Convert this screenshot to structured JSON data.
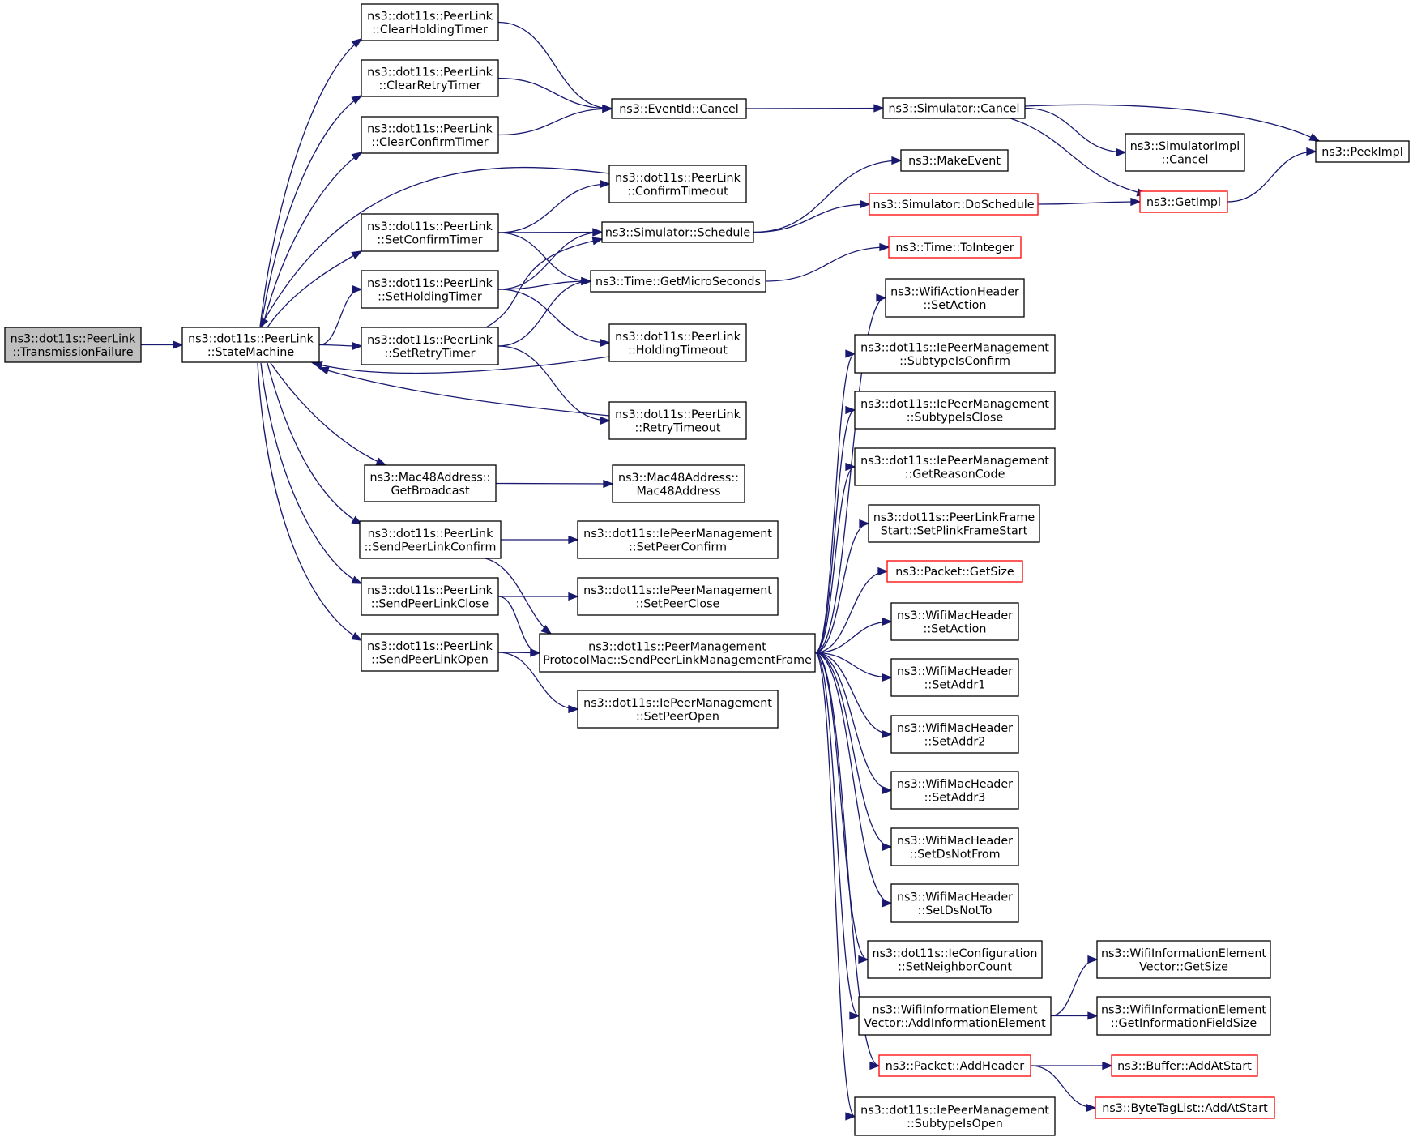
{
  "nodes": [
    {
      "id": "root",
      "lines": [
        "ns3::dot11s::PeerLink",
        "::TransmissionFailure"
      ],
      "style": "root"
    },
    {
      "id": "sm",
      "lines": [
        "ns3::dot11s::PeerLink",
        "::StateMachine"
      ],
      "style": "normal"
    },
    {
      "id": "clrHold",
      "lines": [
        "ns3::dot11s::PeerLink",
        "::ClearHoldingTimer"
      ],
      "style": "normal"
    },
    {
      "id": "clrRetry",
      "lines": [
        "ns3::dot11s::PeerLink",
        "::ClearRetryTimer"
      ],
      "style": "normal"
    },
    {
      "id": "clrConf",
      "lines": [
        "ns3::dot11s::PeerLink",
        "::ClearConfirmTimer"
      ],
      "style": "normal"
    },
    {
      "id": "setConf",
      "lines": [
        "ns3::dot11s::PeerLink",
        "::SetConfirmTimer"
      ],
      "style": "normal"
    },
    {
      "id": "setHold",
      "lines": [
        "ns3::dot11s::PeerLink",
        "::SetHoldingTimer"
      ],
      "style": "normal"
    },
    {
      "id": "setRetry",
      "lines": [
        "ns3::dot11s::PeerLink",
        "::SetRetryTimer"
      ],
      "style": "normal"
    },
    {
      "id": "getBcast",
      "lines": [
        "ns3::Mac48Address::",
        "GetBroadcast"
      ],
      "style": "normal"
    },
    {
      "id": "sendConf",
      "lines": [
        "ns3::dot11s::PeerLink",
        "::SendPeerLinkConfirm"
      ],
      "style": "normal"
    },
    {
      "id": "sendClose",
      "lines": [
        "ns3::dot11s::PeerLink",
        "::SendPeerLinkClose"
      ],
      "style": "normal"
    },
    {
      "id": "sendOpen",
      "lines": [
        "ns3::dot11s::PeerLink",
        "::SendPeerLinkOpen"
      ],
      "style": "normal"
    },
    {
      "id": "evCancel",
      "lines": [
        "ns3::EventId::Cancel"
      ],
      "style": "normal"
    },
    {
      "id": "confTO",
      "lines": [
        "ns3::dot11s::PeerLink",
        "::ConfirmTimeout"
      ],
      "style": "normal"
    },
    {
      "id": "simSched",
      "lines": [
        "ns3::Simulator::Schedule"
      ],
      "style": "normal"
    },
    {
      "id": "getMicro",
      "lines": [
        "ns3::Time::GetMicroSeconds"
      ],
      "style": "normal"
    },
    {
      "id": "holdTO",
      "lines": [
        "ns3::dot11s::PeerLink",
        "::HoldingTimeout"
      ],
      "style": "normal"
    },
    {
      "id": "retryTO",
      "lines": [
        "ns3::dot11s::PeerLink",
        "::RetryTimeout"
      ],
      "style": "normal"
    },
    {
      "id": "macCtor",
      "lines": [
        "ns3::Mac48Address::",
        "Mac48Address"
      ],
      "style": "normal"
    },
    {
      "id": "setPeerConf",
      "lines": [
        "ns3::dot11s::IePeerManagement",
        "::SetPeerConfirm"
      ],
      "style": "normal"
    },
    {
      "id": "setPeerClose",
      "lines": [
        "ns3::dot11s::IePeerManagement",
        "::SetPeerClose"
      ],
      "style": "normal"
    },
    {
      "id": "sendMgmt",
      "lines": [
        "ns3::dot11s::PeerManagement",
        "ProtocolMac::SendPeerLinkManagementFrame"
      ],
      "style": "normal"
    },
    {
      "id": "setPeerOpen",
      "lines": [
        "ns3::dot11s::IePeerManagement",
        "::SetPeerOpen"
      ],
      "style": "normal"
    },
    {
      "id": "simCancel",
      "lines": [
        "ns3::Simulator::Cancel"
      ],
      "style": "normal"
    },
    {
      "id": "makeEvent",
      "lines": [
        "ns3::MakeEvent"
      ],
      "style": "normal"
    },
    {
      "id": "doSched",
      "lines": [
        "ns3::Simulator::DoSchedule"
      ],
      "style": "red"
    },
    {
      "id": "toInt",
      "lines": [
        "ns3::Time::ToInteger"
      ],
      "style": "red"
    },
    {
      "id": "wahSetAction",
      "lines": [
        "ns3::WifiActionHeader",
        "::SetAction"
      ],
      "style": "normal"
    },
    {
      "id": "subConfirm",
      "lines": [
        "ns3::dot11s::IePeerManagement",
        "::SubtypeIsConfirm"
      ],
      "style": "normal"
    },
    {
      "id": "subClose",
      "lines": [
        "ns3::dot11s::IePeerManagement",
        "::SubtypeIsClose"
      ],
      "style": "normal"
    },
    {
      "id": "reason",
      "lines": [
        "ns3::dot11s::IePeerManagement",
        "::GetReasonCode"
      ],
      "style": "normal"
    },
    {
      "id": "plinkStart",
      "lines": [
        "ns3::dot11s::PeerLinkFrame",
        "Start::SetPlinkFrameStart"
      ],
      "style": "normal"
    },
    {
      "id": "pktSize",
      "lines": [
        "ns3::Packet::GetSize"
      ],
      "style": "red"
    },
    {
      "id": "wmhAction",
      "lines": [
        "ns3::WifiMacHeader",
        "::SetAction"
      ],
      "style": "normal"
    },
    {
      "id": "addr1",
      "lines": [
        "ns3::WifiMacHeader",
        "::SetAddr1"
      ],
      "style": "normal"
    },
    {
      "id": "addr2",
      "lines": [
        "ns3::WifiMacHeader",
        "::SetAddr2"
      ],
      "style": "normal"
    },
    {
      "id": "addr3",
      "lines": [
        "ns3::WifiMacHeader",
        "::SetAddr3"
      ],
      "style": "normal"
    },
    {
      "id": "dsNotFrom",
      "lines": [
        "ns3::WifiMacHeader",
        "::SetDsNotFrom"
      ],
      "style": "normal"
    },
    {
      "id": "dsNotTo",
      "lines": [
        "ns3::WifiMacHeader",
        "::SetDsNotTo"
      ],
      "style": "normal"
    },
    {
      "id": "neighbor",
      "lines": [
        "ns3::dot11s::IeConfiguration",
        "::SetNeighborCount"
      ],
      "style": "normal"
    },
    {
      "id": "addIE",
      "lines": [
        "ns3::WifiInformationElement",
        "Vector::AddInformationElement"
      ],
      "style": "normal"
    },
    {
      "id": "addHeader",
      "lines": [
        "ns3::Packet::AddHeader"
      ],
      "style": "red"
    },
    {
      "id": "subOpen",
      "lines": [
        "ns3::dot11s::IePeerManagement",
        "::SubtypeIsOpen"
      ],
      "style": "normal"
    },
    {
      "id": "simImplCancel",
      "lines": [
        "ns3::SimulatorImpl",
        "::Cancel"
      ],
      "style": "normal"
    },
    {
      "id": "getImpl",
      "lines": [
        "ns3::GetImpl"
      ],
      "style": "red"
    },
    {
      "id": "peekImpl",
      "lines": [
        "ns3::PeekImpl"
      ],
      "style": "normal"
    },
    {
      "id": "ievGetSize",
      "lines": [
        "ns3::WifiInformationElement",
        "Vector::GetSize"
      ],
      "style": "normal"
    },
    {
      "id": "ievFieldSize",
      "lines": [
        "ns3::WifiInformationElement",
        "::GetInformationFieldSize"
      ],
      "style": "normal"
    },
    {
      "id": "bufAdd",
      "lines": [
        "ns3::Buffer::AddAtStart"
      ],
      "style": "red"
    },
    {
      "id": "tagAdd",
      "lines": [
        "ns3::ByteTagList::AddAtStart"
      ],
      "style": "red"
    }
  ],
  "edges": [
    [
      "root",
      "sm"
    ],
    [
      "sm",
      "clrHold"
    ],
    [
      "sm",
      "clrRetry"
    ],
    [
      "sm",
      "clrConf"
    ],
    [
      "sm",
      "setConf"
    ],
    [
      "sm",
      "setHold"
    ],
    [
      "sm",
      "setRetry"
    ],
    [
      "sm",
      "getBcast"
    ],
    [
      "sm",
      "sendConf"
    ],
    [
      "sm",
      "sendClose"
    ],
    [
      "sm",
      "sendOpen"
    ],
    [
      "clrHold",
      "evCancel"
    ],
    [
      "clrRetry",
      "evCancel"
    ],
    [
      "clrConf",
      "evCancel"
    ],
    [
      "setConf",
      "confTO"
    ],
    [
      "setConf",
      "simSched"
    ],
    [
      "setConf",
      "getMicro"
    ],
    [
      "setHold",
      "simSched"
    ],
    [
      "setHold",
      "getMicro"
    ],
    [
      "setHold",
      "holdTO"
    ],
    [
      "setRetry",
      "simSched"
    ],
    [
      "setRetry",
      "getMicro"
    ],
    [
      "setRetry",
      "retryTO"
    ],
    [
      "confTO",
      "sm"
    ],
    [
      "holdTO",
      "sm"
    ],
    [
      "retryTO",
      "sm"
    ],
    [
      "getBcast",
      "macCtor"
    ],
    [
      "sendConf",
      "setPeerConf"
    ],
    [
      "sendConf",
      "sendMgmt"
    ],
    [
      "sendClose",
      "setPeerClose"
    ],
    [
      "sendClose",
      "sendMgmt"
    ],
    [
      "sendOpen",
      "sendMgmt"
    ],
    [
      "sendOpen",
      "setPeerOpen"
    ],
    [
      "evCancel",
      "simCancel"
    ],
    [
      "simCancel",
      "simImplCancel"
    ],
    [
      "simCancel",
      "getImpl"
    ],
    [
      "simCancel",
      "peekImpl"
    ],
    [
      "simSched",
      "makeEvent"
    ],
    [
      "simSched",
      "doSched"
    ],
    [
      "doSched",
      "getImpl"
    ],
    [
      "getImpl",
      "peekImpl"
    ],
    [
      "getMicro",
      "toInt"
    ],
    [
      "sendMgmt",
      "wahSetAction"
    ],
    [
      "sendMgmt",
      "subConfirm"
    ],
    [
      "sendMgmt",
      "subClose"
    ],
    [
      "sendMgmt",
      "reason"
    ],
    [
      "sendMgmt",
      "plinkStart"
    ],
    [
      "sendMgmt",
      "pktSize"
    ],
    [
      "sendMgmt",
      "wmhAction"
    ],
    [
      "sendMgmt",
      "addr1"
    ],
    [
      "sendMgmt",
      "addr2"
    ],
    [
      "sendMgmt",
      "addr3"
    ],
    [
      "sendMgmt",
      "dsNotFrom"
    ],
    [
      "sendMgmt",
      "dsNotTo"
    ],
    [
      "sendMgmt",
      "neighbor"
    ],
    [
      "sendMgmt",
      "addIE"
    ],
    [
      "sendMgmt",
      "addHeader"
    ],
    [
      "sendMgmt",
      "subOpen"
    ],
    [
      "addIE",
      "ievGetSize"
    ],
    [
      "addIE",
      "ievFieldSize"
    ],
    [
      "addHeader",
      "bufAdd"
    ],
    [
      "addHeader",
      "tagAdd"
    ]
  ]
}
